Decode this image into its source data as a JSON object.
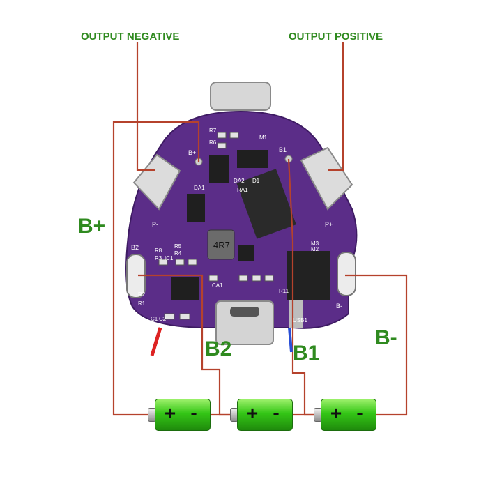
{
  "labels": {
    "output_negative": "OUTPUT NEGATIVE",
    "output_positive": "OUTPUT POSITIVE",
    "b_plus": "B+",
    "b2": "B2",
    "b1": "B1",
    "b_minus": "B-"
  },
  "board_silkscreen": {
    "b_plus_pad": "B+",
    "b1_pad": "B1",
    "p_minus_pad": "P-",
    "p_plus_pad": "P+",
    "b2_pad": "B2",
    "b_minus_pad": "B-",
    "inductor": "4R7",
    "refs": [
      "R7",
      "R6",
      "M1",
      "DA1",
      "DA2",
      "D1",
      "RA1",
      "R8",
      "R3",
      "IC1",
      "R5",
      "R4",
      "R2",
      "R1",
      "C1",
      "C2",
      "CA1",
      "M3",
      "M2",
      "R11",
      "USB1"
    ]
  },
  "batteries": [
    {
      "plus": "+",
      "minus": "-"
    },
    {
      "plus": "+",
      "minus": "-"
    },
    {
      "plus": "+",
      "minus": "-"
    }
  ],
  "colors": {
    "label_green": "#2f8a1f",
    "wire_red": "#b5422c",
    "pcb_purple": "#5b2d88",
    "battery_green": "#34c616"
  }
}
